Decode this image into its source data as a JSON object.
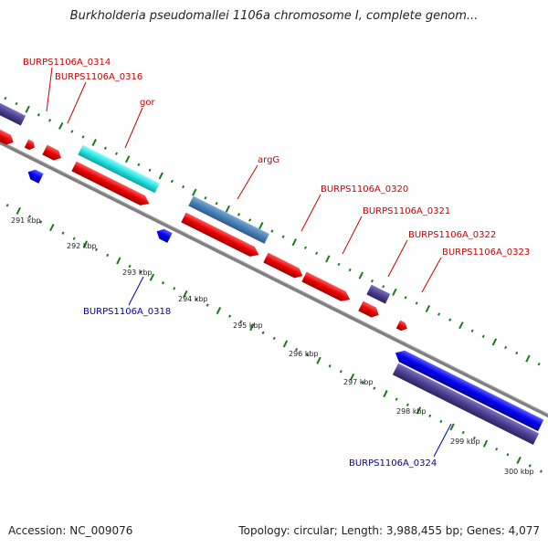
{
  "title": "Burkholderia pseudomallei 1106a chromosome I, complete genom...",
  "footer": {
    "accession": "Accession: NC_009076",
    "summary": "Topology: circular; Length: 3,988,455 bp; Genes: 4,077"
  },
  "tick_labels": [
    "291 kbp",
    "292 kbp",
    "293 kbp",
    "294 kbp",
    "295 kbp",
    "296 kbp",
    "297 kbp",
    "298 kbp",
    "299 kbp",
    "300 kbp"
  ],
  "gene_labels_top": [
    "BURPS1106A_0314",
    "BURPS1106A_0316",
    "gor",
    "argG",
    "BURPS1106A_0320",
    "BURPS1106A_0321",
    "BURPS1106A_0322",
    "BURPS1106A_0323"
  ],
  "gene_labels_bottom": [
    "BURPS1106A_0318",
    "BURPS1106A_0324"
  ],
  "colors": {
    "forward_gene": "#e80000",
    "highlight_cyan": "#22e0e0",
    "highlight_steel": "#4a7fb5",
    "reverse_gene": "#0000ee",
    "purple_gene": "#4b3f8f",
    "backbone": "#808080",
    "tick_green": "#1a7a1a",
    "label_red": "#cc0000",
    "label_blue": "#0000aa"
  }
}
